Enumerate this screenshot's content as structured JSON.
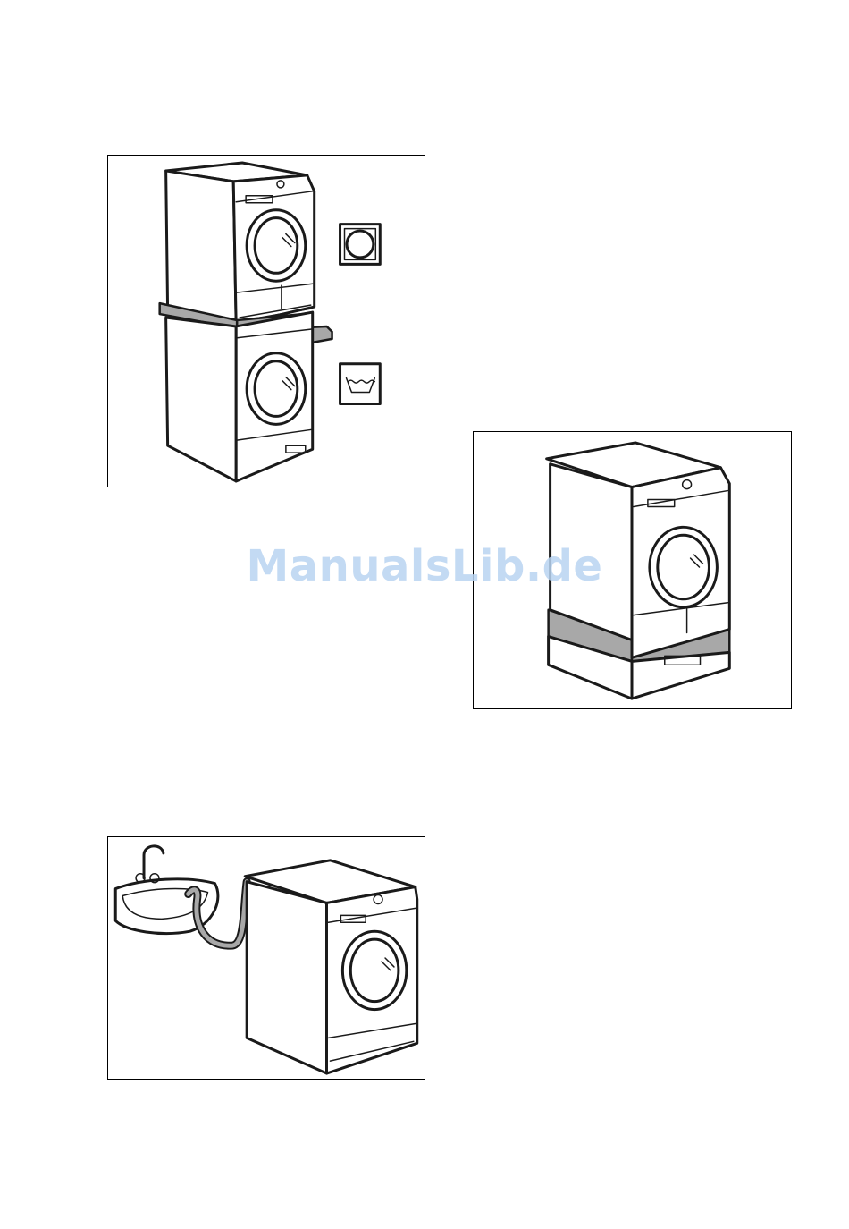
{
  "watermark": {
    "text": "ManualsLib.de",
    "color": "#b9d4f1"
  },
  "figures": [
    {
      "name": "stacked-dryer-on-washer",
      "icons": [
        "tumble-dry-symbol-icon",
        "wash-tub-symbol-icon"
      ]
    },
    {
      "name": "dryer-on-pedestal-drawer"
    },
    {
      "name": "dryer-drain-hose-to-sink"
    }
  ]
}
